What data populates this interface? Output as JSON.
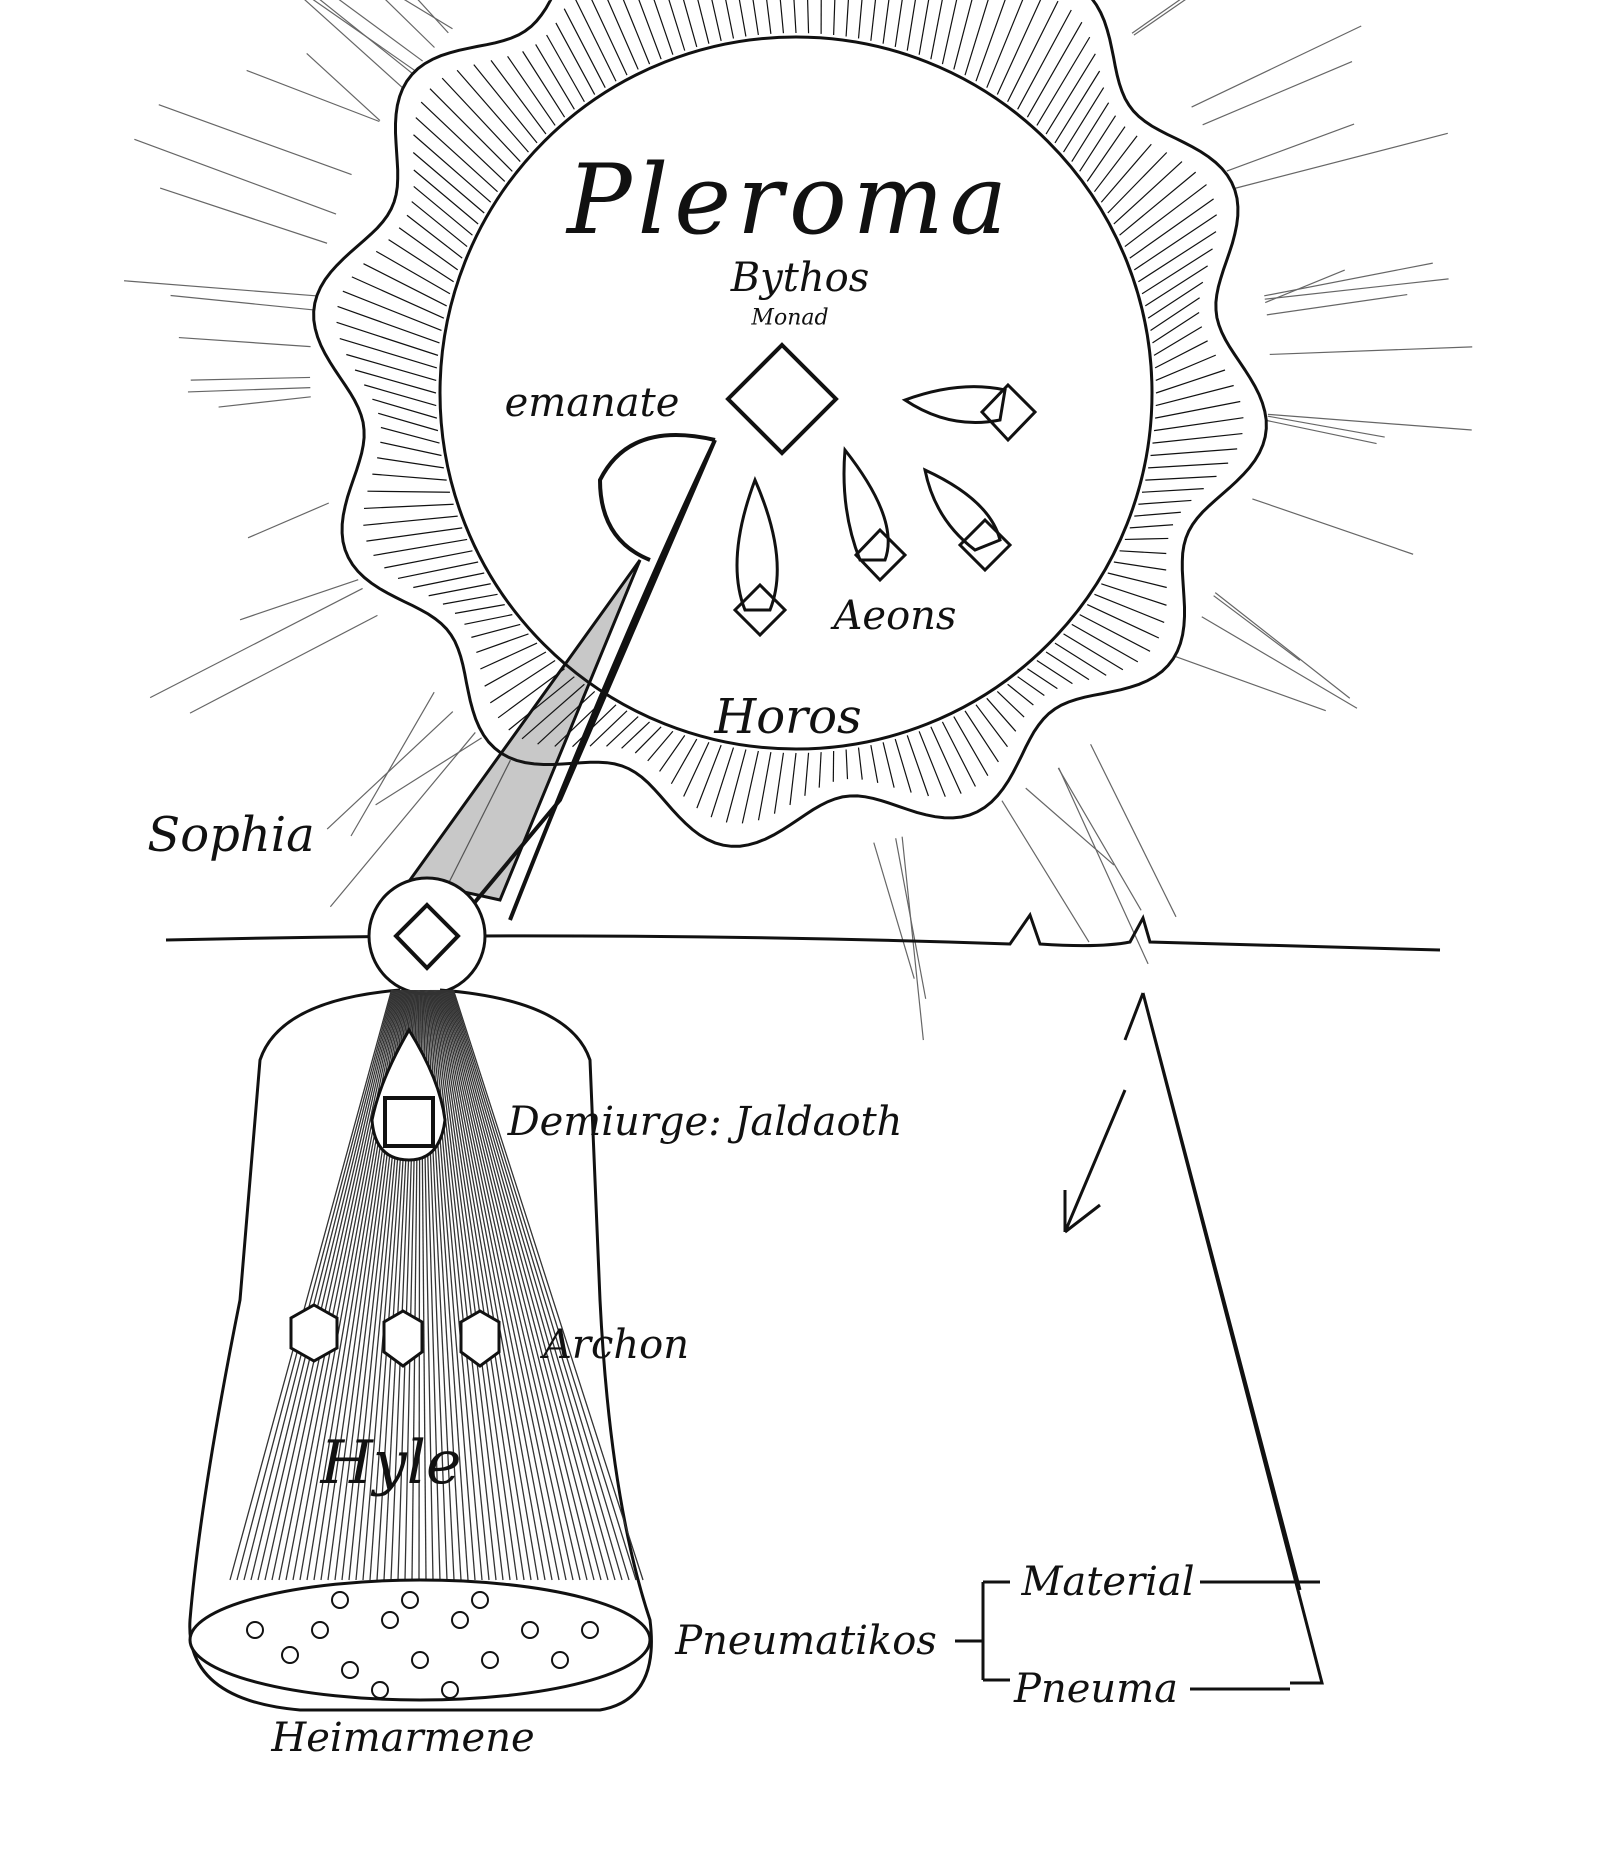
{
  "labels": {
    "pleroma": "Pleroma",
    "bythos": "Bythos",
    "monad": "Monad",
    "emanate": "emanate",
    "aeons": "Aeons",
    "horos": "Horos",
    "sophia": "Sophia",
    "demiurge": "Demiurge: Jaldaoth",
    "archon": "Archon",
    "hyle": "Hyle",
    "heimarmene": "Heimarmene",
    "pneumatikos": "Pneumatikos",
    "material": "Material",
    "pneuma": "Pneuma"
  },
  "colors": {
    "ink": "#111111",
    "paper": "#ffffff"
  }
}
